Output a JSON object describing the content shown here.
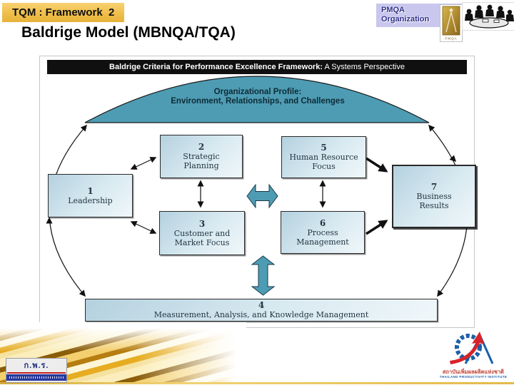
{
  "slide": {
    "tag": "TQM : Framework  2",
    "title": "Baldrige Model (MBNQA/TQA)"
  },
  "header_right": {
    "org_line1": "PMQA",
    "org_line2": "Organization",
    "award_caption": "PMQA"
  },
  "icons": {
    "pmqa_award": "gold-award-emblem",
    "meeting_people": "clipart-people-meeting",
    "center_double_arrow": "teal-horizontal-double-arrow",
    "bottom_double_arrow": "teal-vertical-double-arrow"
  },
  "diagram": {
    "header": {
      "bold": "Baldrige Criteria for Performance Excellence Framework:",
      "regular": " A Systems Perspective"
    },
    "dome": {
      "line1": "Organizational Profile:",
      "line2": "Environment, Relationships, and Challenges"
    },
    "boxes": {
      "leadership": {
        "num": "1",
        "lines": [
          "Leadership"
        ]
      },
      "strategic": {
        "num": "2",
        "lines": [
          "Strategic",
          "Planning"
        ]
      },
      "customer": {
        "num": "3",
        "lines": [
          "Customer and",
          "Market Focus"
        ]
      },
      "measurement": {
        "num": "4",
        "lines": [
          "Measurement, Analysis, and Knowledge Management"
        ]
      },
      "hr": {
        "num": "5",
        "lines": [
          "Human Resource",
          "Focus"
        ]
      },
      "process": {
        "num": "6",
        "lines": [
          "Process",
          "Management"
        ]
      },
      "results": {
        "num": "7",
        "lines": [
          "Business",
          "Results"
        ]
      }
    }
  },
  "footer": {
    "opdc_text": "ก.พ.ร.",
    "tpi_thai": "สถาบันเพิ่มผลผลิตแห่งชาติ",
    "tpi_english": "THAILAND PRODUCTIVITY INSTITUTE"
  },
  "colors": {
    "accent_gold": "#EFBF4A",
    "banner_lavender": "#C9C7EE",
    "dome_teal": "#4E9CB3",
    "box_blue": "#B4D1DF",
    "header_bar_black": "#101010",
    "tpi_blue": "#1B5FA8",
    "tpi_red": "#D8232A",
    "opdc_navy": "#27389C"
  }
}
